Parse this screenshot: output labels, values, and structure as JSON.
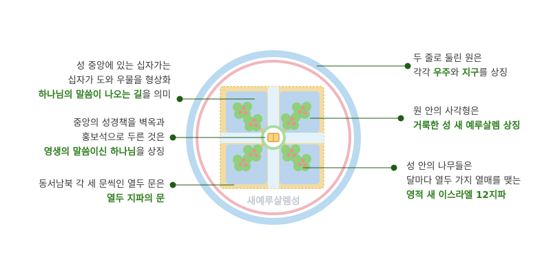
{
  "seal_caption": "새예루살렘성",
  "colors": {
    "outer_ring": "#b9daf0",
    "inner_ring": "#f2b5bb",
    "highlight": "#2e7d1e",
    "leader": "#1f5c14",
    "square": "#b9d4ec",
    "tree": "#8fd07a",
    "fruit": "#f28b95",
    "gate": "#f2dca3",
    "cross_glow": "#e3f2fb",
    "center_ring": "#a8dca0"
  },
  "annotations": {
    "cross": {
      "l1": "성 중앙에 있는 십자가는",
      "l2": "십자가 도와 우물을 형상화",
      "l3_hl": "하나님의 말씀이 나오는 길",
      "l3_tail": "을 의미"
    },
    "center": {
      "l1": "중앙의 성경책을 벽옥과",
      "l2": "홍보석으로 두른 것은",
      "l3_hl": "영생의 말씀이신 하나님",
      "l3_tail": "을 상징"
    },
    "gates": {
      "l1": "동서남북 각 세 문씩인 열두 문은",
      "l2_hl": "열두 지파의 문"
    },
    "rings": {
      "l1": "두 줄로 둘린 원은",
      "l2_head": "각각 ",
      "l2_hl1": "우주",
      "l2_mid": "와 ",
      "l2_hl2": "지구",
      "l2_tail": "를 상징"
    },
    "squares": {
      "l1": "원 안의 사각형은",
      "l2_hl": "거룩한 성 새 예루살렘 상징"
    },
    "trees": {
      "l1": "성 안의 나무들은",
      "l2": "달마다 열두 가지 열매를 맺는",
      "l3_hl": "영적 새 이스라엘 12지파"
    }
  }
}
